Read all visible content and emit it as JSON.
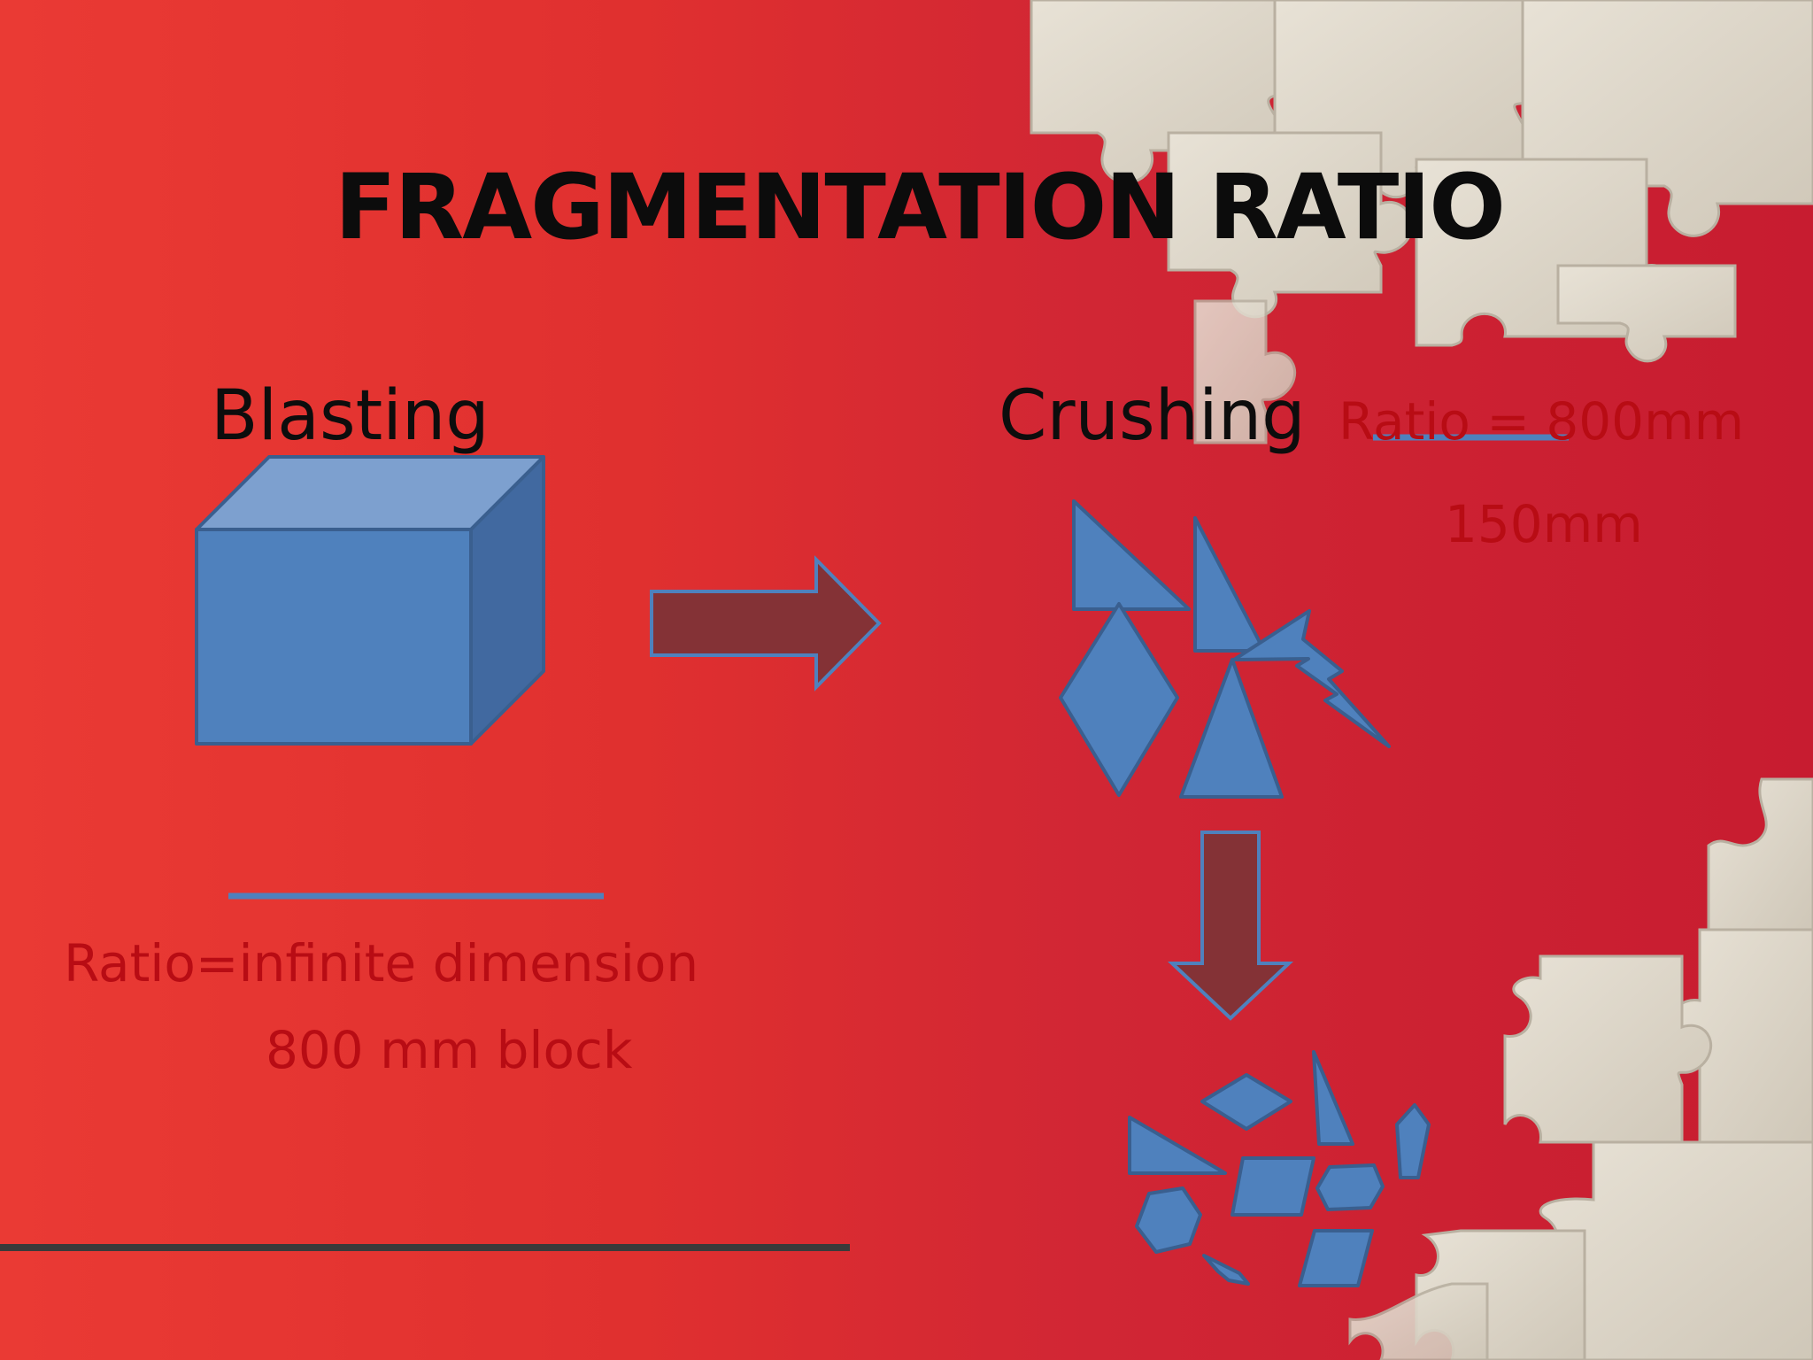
{
  "slide": {
    "title": "FRAGMENTATION RATIO",
    "blasting": {
      "label": "Blasting",
      "ratio_text": "Ratio=infinite dimension",
      "denominator": "800 mm block"
    },
    "crushing": {
      "label": "Crushing",
      "ratio_numerator": "Ratio = 800mm",
      "ratio_denominator": "150mm"
    }
  },
  "colors": {
    "background_left": "#ea3a34",
    "background_right": "#c71c30",
    "shape_fill": "#4f81bd",
    "shape_stroke": "#3a5f8f",
    "arrow_fill": "#843236",
    "ratio_text": "#b80c14",
    "puzzle_piece": "#ddd6c9"
  }
}
